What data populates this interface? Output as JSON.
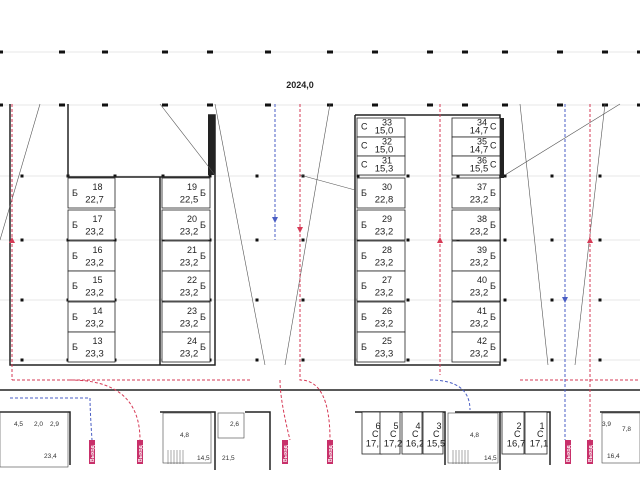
{
  "plan": {
    "dimension_label": "2024,0",
    "colors": {
      "wall": "#222222",
      "grid_line": "#d0d0d0",
      "route_red": "#d63a56",
      "route_blue": "#4a5ec4",
      "exit_marker": "#c8306a"
    },
    "exit_label": "Выход",
    "storage": [
      {
        "num": "18",
        "area": "22,7",
        "type": "Б"
      },
      {
        "num": "17",
        "area": "23,2",
        "type": "Б"
      },
      {
        "num": "16",
        "area": "23,2",
        "type": "Б"
      },
      {
        "num": "15",
        "area": "23,2",
        "type": "Б"
      },
      {
        "num": "14",
        "area": "23,2",
        "type": "Б"
      },
      {
        "num": "13",
        "area": "23,3",
        "type": "Б"
      },
      {
        "num": "19",
        "area": "22,5",
        "type": "Б"
      },
      {
        "num": "20",
        "area": "23,2",
        "type": "Б"
      },
      {
        "num": "21",
        "area": "23,2",
        "type": "Б"
      },
      {
        "num": "22",
        "area": "23,2",
        "type": "Б"
      },
      {
        "num": "23",
        "area": "23,2",
        "type": "Б"
      },
      {
        "num": "24",
        "area": "23,2",
        "type": "Б"
      },
      {
        "num": "33",
        "area": "15,0",
        "type": "С"
      },
      {
        "num": "32",
        "area": "15,0",
        "type": "С"
      },
      {
        "num": "31",
        "area": "15,3",
        "type": "С"
      },
      {
        "num": "30",
        "area": "22,8",
        "type": "Б"
      },
      {
        "num": "29",
        "area": "23,2",
        "type": "Б"
      },
      {
        "num": "28",
        "area": "23,2",
        "type": "Б"
      },
      {
        "num": "27",
        "area": "23,2",
        "type": "Б"
      },
      {
        "num": "26",
        "area": "23,2",
        "type": "Б"
      },
      {
        "num": "25",
        "area": "23,3",
        "type": "Б"
      },
      {
        "num": "34",
        "area": "14,7",
        "type": "С"
      },
      {
        "num": "35",
        "area": "14,7",
        "type": "С"
      },
      {
        "num": "36",
        "area": "15,5",
        "type": "С"
      },
      {
        "num": "37",
        "area": "23,2",
        "type": "Б"
      },
      {
        "num": "38",
        "area": "23,2",
        "type": "Б"
      },
      {
        "num": "39",
        "area": "23,2",
        "type": "Б"
      },
      {
        "num": "40",
        "area": "23,2",
        "type": "Б"
      },
      {
        "num": "41",
        "area": "23,2",
        "type": "Б"
      },
      {
        "num": "42",
        "area": "23,2",
        "type": "Б"
      },
      {
        "num": "6",
        "area": "17,2",
        "type": "С"
      },
      {
        "num": "5",
        "area": "17,2",
        "type": "С"
      },
      {
        "num": "4",
        "area": "16,2",
        "type": "С"
      },
      {
        "num": "3",
        "area": "15,5",
        "type": "С"
      },
      {
        "num": "2",
        "area": "16,7",
        "type": "С"
      },
      {
        "num": "1",
        "area": "17,1",
        "type": "С"
      }
    ],
    "room_labels": [
      "4,5",
      "2,0",
      "2,9",
      "23,4",
      "4,8",
      "2,6",
      "14,5",
      "21,5",
      "4,8",
      "14,5",
      "3,9",
      "7,8",
      "16,4"
    ]
  }
}
